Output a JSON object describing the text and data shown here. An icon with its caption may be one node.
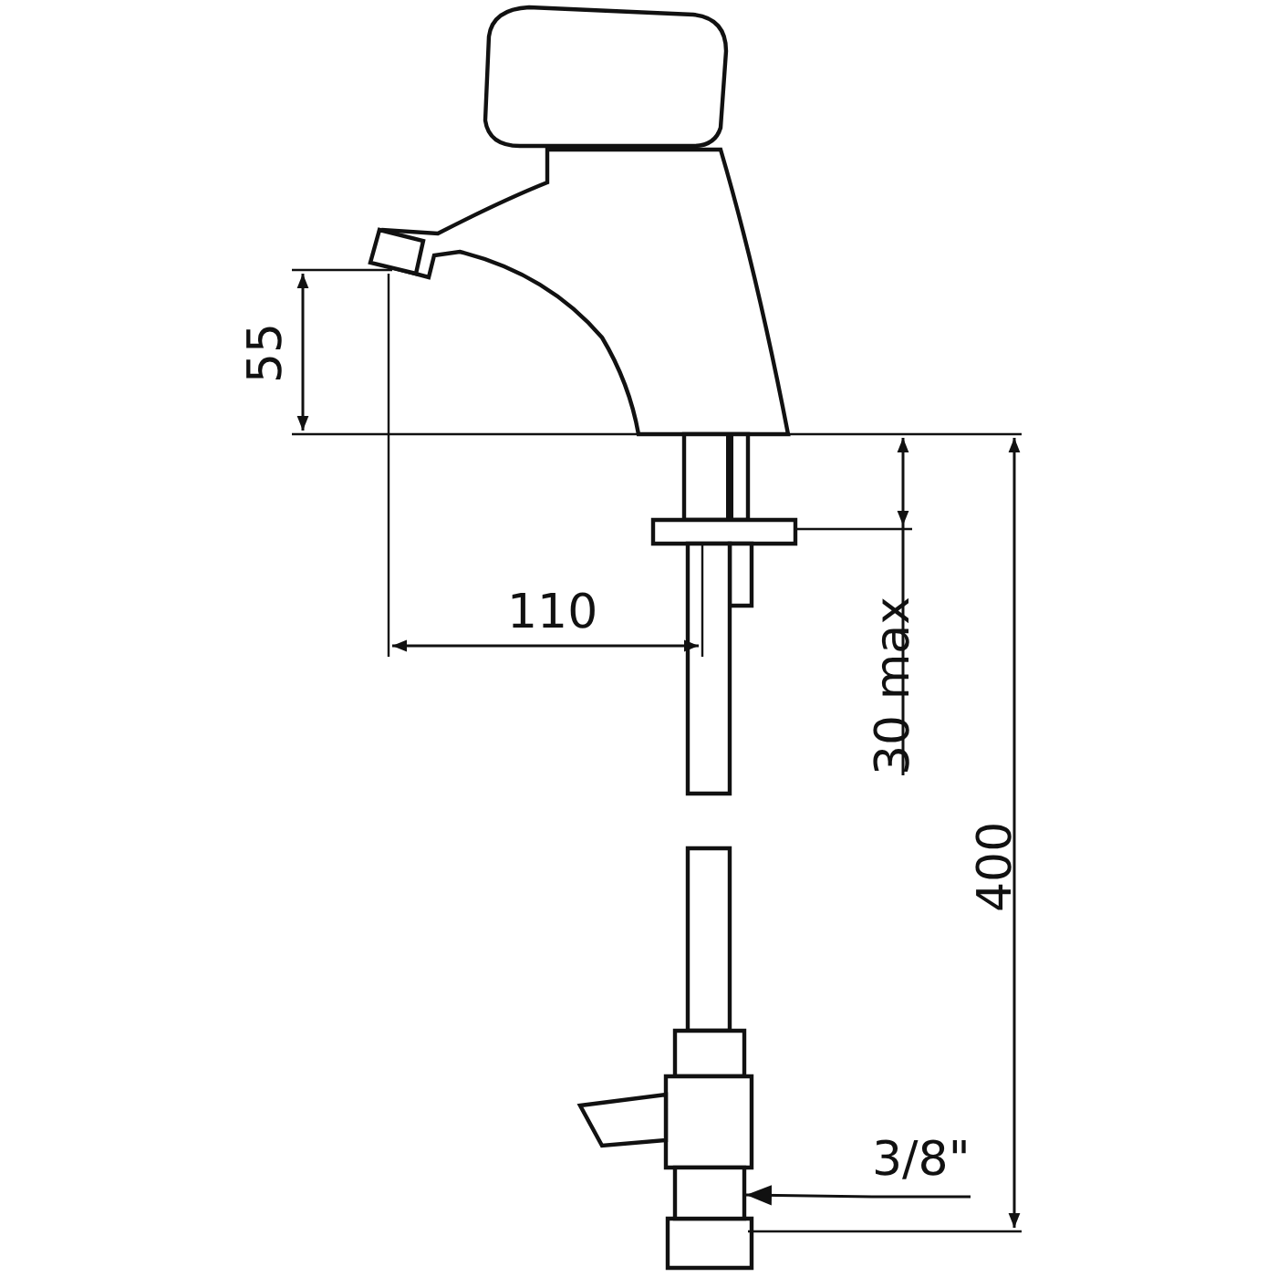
{
  "diagram": {
    "nodes": [
      {
        "text": [
          "3/8\""
        ]
      },
      {
        "text": [],
        "shape": "box"
      }
    ],
    "edges": [
      {
        "from": 0,
        "to": 1,
        "arrow": "to"
      }
    ],
    "labels": [
      "55",
      "110",
      "30 max",
      "400"
    ]
  }
}
